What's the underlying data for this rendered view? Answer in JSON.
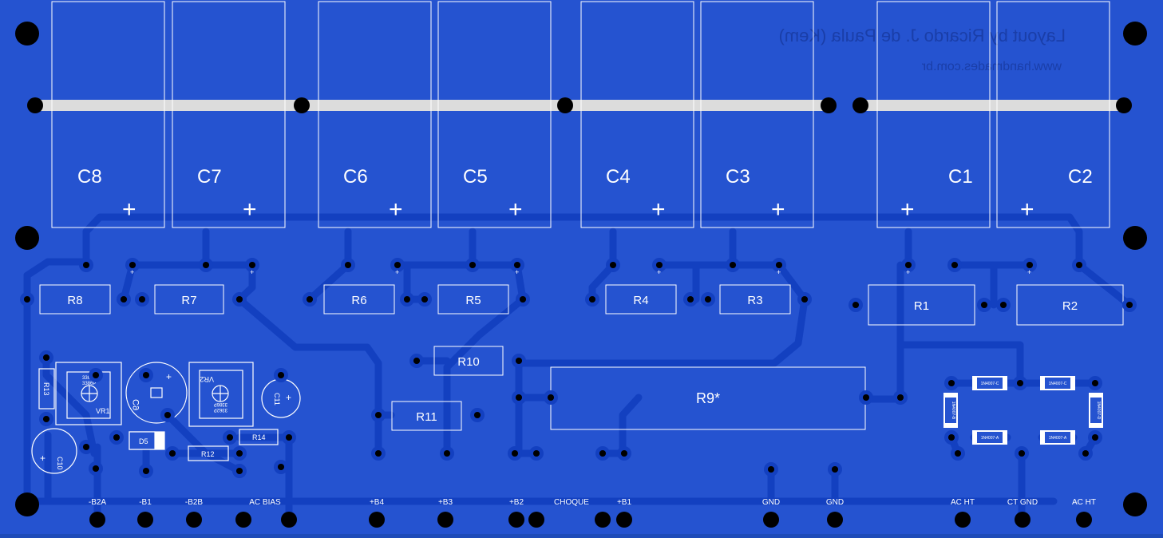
{
  "credits": {
    "author": "Layout by Ricardo J. de Paula (Kem)",
    "website": "www.handmades.com.br"
  },
  "capacitors": [
    {
      "ref": "C8",
      "polarity": "+"
    },
    {
      "ref": "C7",
      "polarity": "+"
    },
    {
      "ref": "C6",
      "polarity": "+"
    },
    {
      "ref": "C5",
      "polarity": "+"
    },
    {
      "ref": "C4",
      "polarity": "+"
    },
    {
      "ref": "C3",
      "polarity": "+"
    },
    {
      "ref": "C1",
      "polarity": "+"
    },
    {
      "ref": "C2",
      "polarity": "+"
    }
  ],
  "resistors": [
    "R8",
    "R7",
    "R6",
    "R5",
    "R4",
    "R3",
    "R1",
    "R2",
    "R10",
    "R9*",
    "R11",
    "R12",
    "R14",
    "R13"
  ],
  "small_parts": {
    "vr1": "VR1",
    "vr2": "VR2",
    "vr1_code_a": "3362P",
    "vr1_code_b": "3386P",
    "vr2_code_a": "3362P",
    "vr2_code_b": "3386P",
    "c9": "C9",
    "c10": "C10",
    "c11": "C11",
    "d5": "D5",
    "plus": "+"
  },
  "diodes": [
    "1N4007-C",
    "1N4007-C",
    "1N4007-B",
    "1N4007-D",
    "1N4007-A",
    "1N4007-A"
  ],
  "connectors": [
    "-B2A",
    "-B1",
    "-B2B",
    "AC BIAS",
    "+B4",
    "+B3",
    "+B2",
    "CHOQUE",
    "+B1",
    "GND",
    "GND",
    "AC HT",
    "CT GND",
    "AC HT"
  ],
  "colors": {
    "board": "#2553d0",
    "copper": "#1340c0",
    "silkscreen": "#ffffff",
    "hole": "#000000",
    "strap": "#dcdcdc"
  }
}
